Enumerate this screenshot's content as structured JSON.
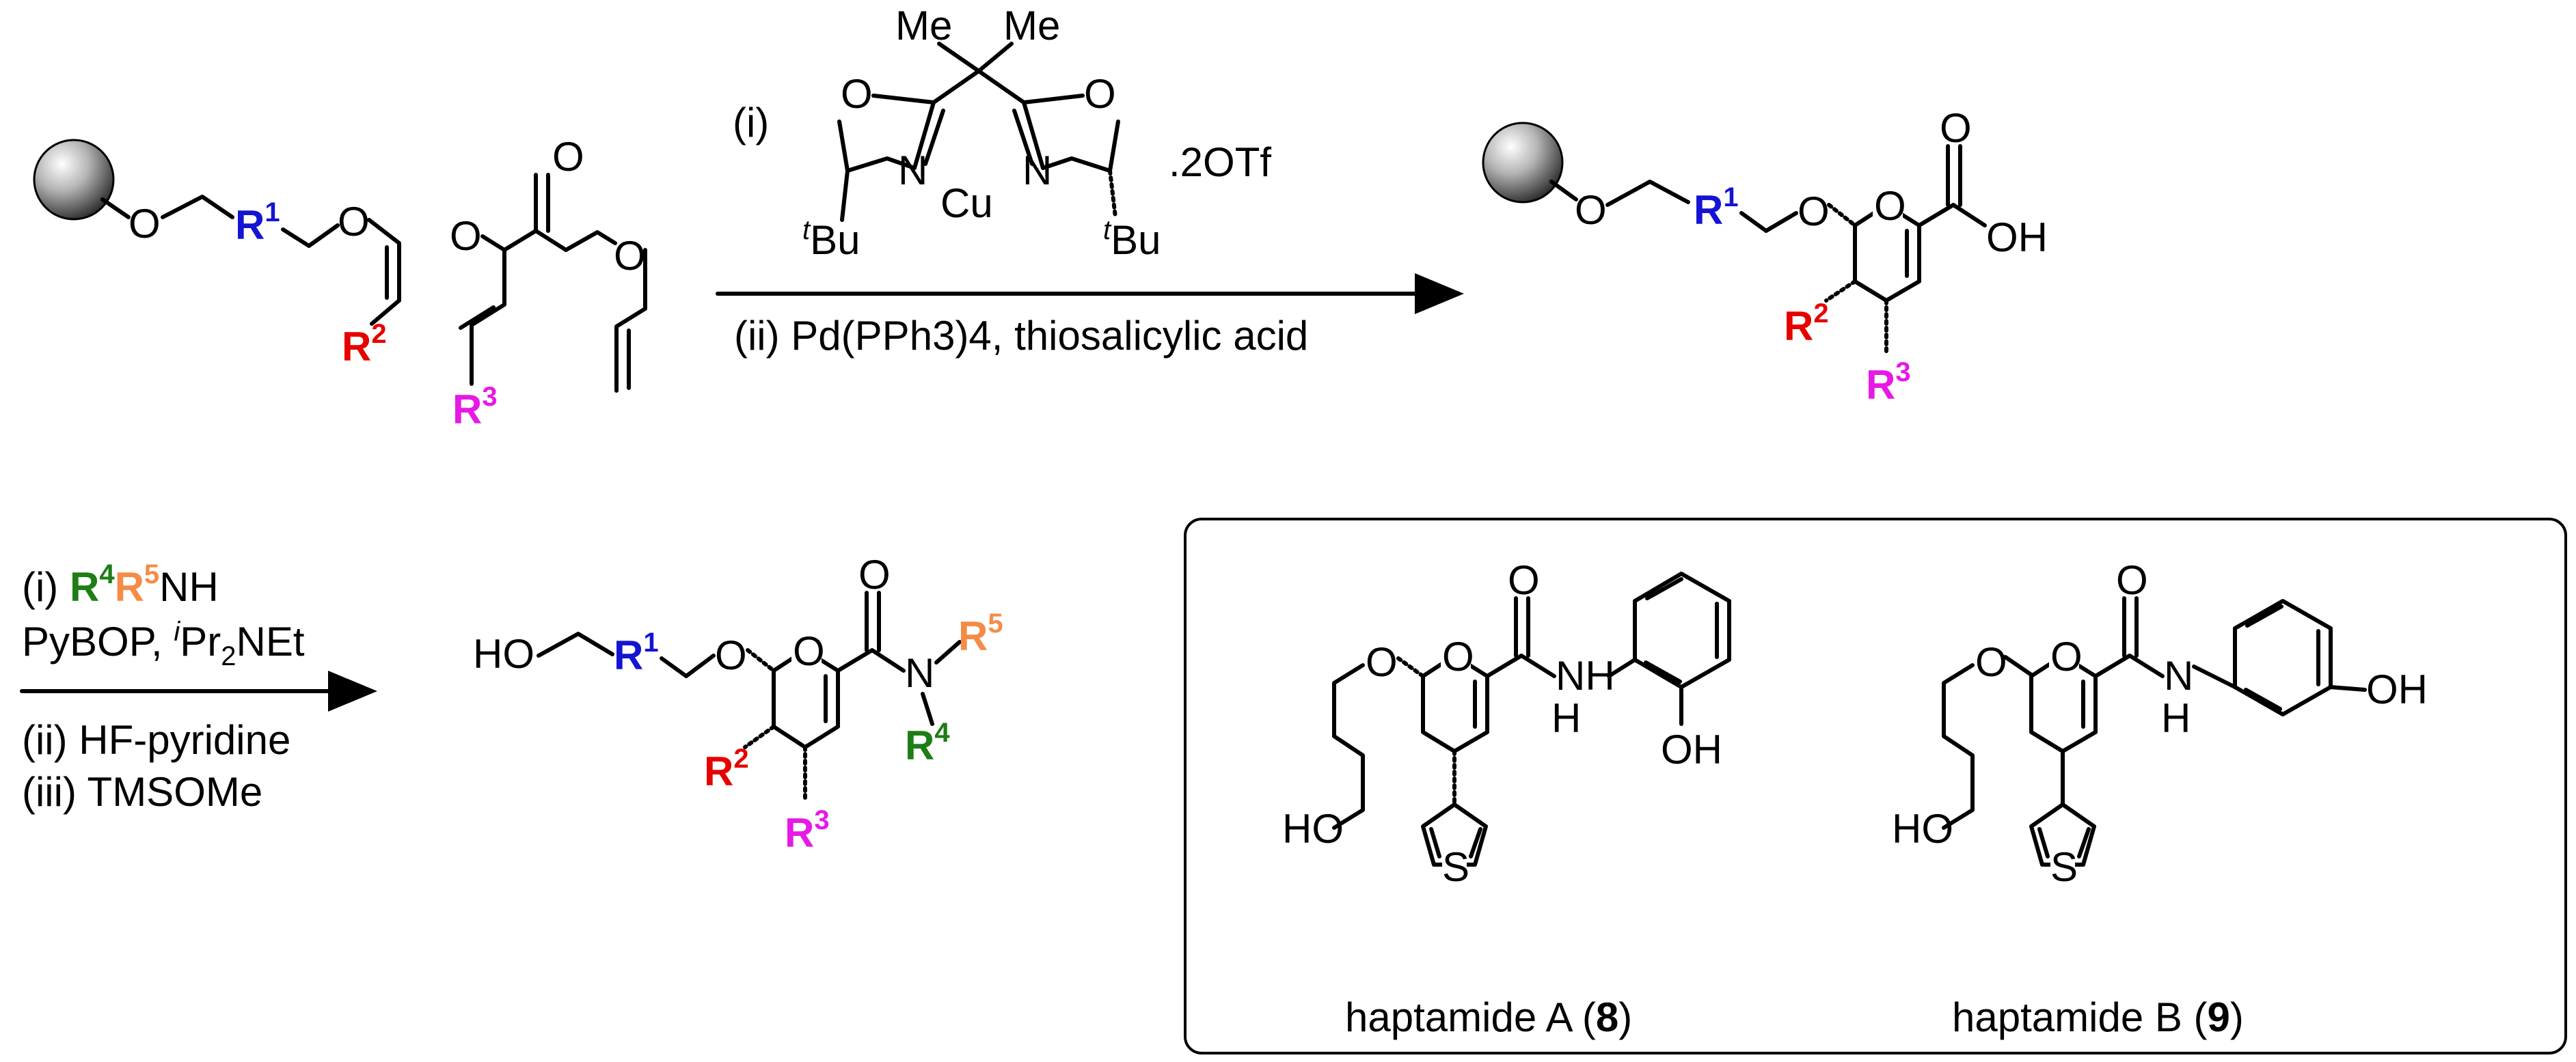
{
  "colors": {
    "R1": "#1414d2",
    "R2": "#e60000",
    "R3": "#e619e6",
    "R4": "#1e7d14",
    "R5": "#f58c46",
    "bond": "#000000"
  },
  "step1": {
    "reagent_i_label": "(i)",
    "catalyst_counterion": ".2OTf",
    "catalyst_methyl": "Me",
    "catalyst_metal": "Cu",
    "catalyst_tbu": "Bu",
    "catalyst_tbu_prefix": "t",
    "reagent_ii": "(ii) Pd(PPh3)4, thiosalicylic acid"
  },
  "step2": {
    "reagent_i_prefix": "(i)",
    "reagent_i_amine_suffix": "NH",
    "reagent_i_line2_a": "PyBOP,",
    "reagent_i_line2_b": "Pr",
    "reagent_i_line2_c": "NEt",
    "reagent_ii": "(ii) HF-pyridine",
    "reagent_iii": "(iii) TMSOMe"
  },
  "labels": {
    "R": "R",
    "sup1": "1",
    "sup2": "2",
    "sup3": "3",
    "sup4": "4",
    "sup5": "5",
    "O": "O",
    "N": "N",
    "H": "H",
    "S": "S",
    "OH": "OH",
    "HO": "HO"
  },
  "natural_products": [
    {
      "name": "haptamide A (",
      "number": "8",
      "close": ")"
    },
    {
      "name": "haptamide B (",
      "number": "9",
      "close": ")"
    }
  ]
}
